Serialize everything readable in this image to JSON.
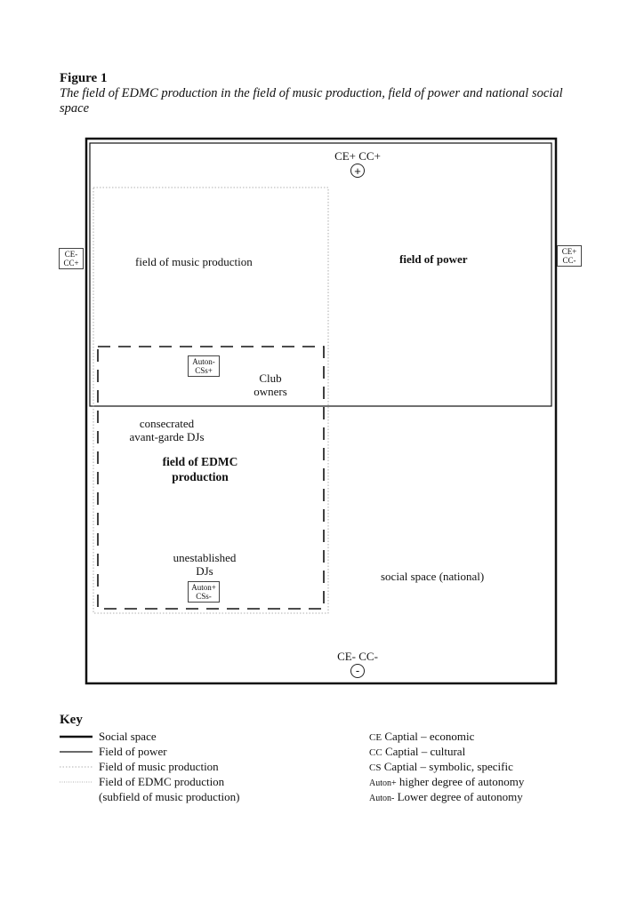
{
  "figure": {
    "title": "Figure 1",
    "caption": "The field of EDMC production in the field of music production, field of power and national social space"
  },
  "diagram": {
    "top_pole": {
      "label": "CE+ CC+",
      "symbol": "+"
    },
    "bottom_pole": {
      "label": "CE- CC-",
      "symbol": "-"
    },
    "left_pole": {
      "line1": "CE-",
      "line2": "CC+"
    },
    "right_pole": {
      "line1": "CE+",
      "line2": "CC-"
    },
    "field_music": "field of music production",
    "field_power": "field of power",
    "field_edmc": {
      "line1": "field of EDMC",
      "line2": "production"
    },
    "social_space": "social space (national)",
    "club_owners": {
      "line1": "Club",
      "line2": "owners"
    },
    "consecrated": {
      "line1": "consecrated",
      "line2": "avant-garde DJs"
    },
    "unestablished": {
      "line1": "unestablished",
      "line2": "DJs"
    },
    "auton_minus_box": {
      "line1": "Auton-",
      "line2": "CSs+"
    },
    "auton_plus_box": {
      "line1": "Auton+",
      "line2": "CSs-"
    }
  },
  "key": {
    "title": "Key",
    "line_items": [
      {
        "label": "Social space"
      },
      {
        "label": "Field of power"
      },
      {
        "label": "Field of music production"
      },
      {
        "label": "Field of EDMC production"
      },
      {
        "label": "(subfield of music production)"
      }
    ],
    "abbreviations": [
      {
        "abbr": "CE",
        "desc": "Captial – economic"
      },
      {
        "abbr": "CC",
        "desc": "Captial – cultural"
      },
      {
        "abbr": "CS",
        "desc": "Captial – symbolic, specific"
      },
      {
        "abbr": "Auton+",
        "desc": "higher degree of autonomy"
      },
      {
        "abbr": "Auton-",
        "desc": "Lower degree of autonomy"
      }
    ]
  }
}
